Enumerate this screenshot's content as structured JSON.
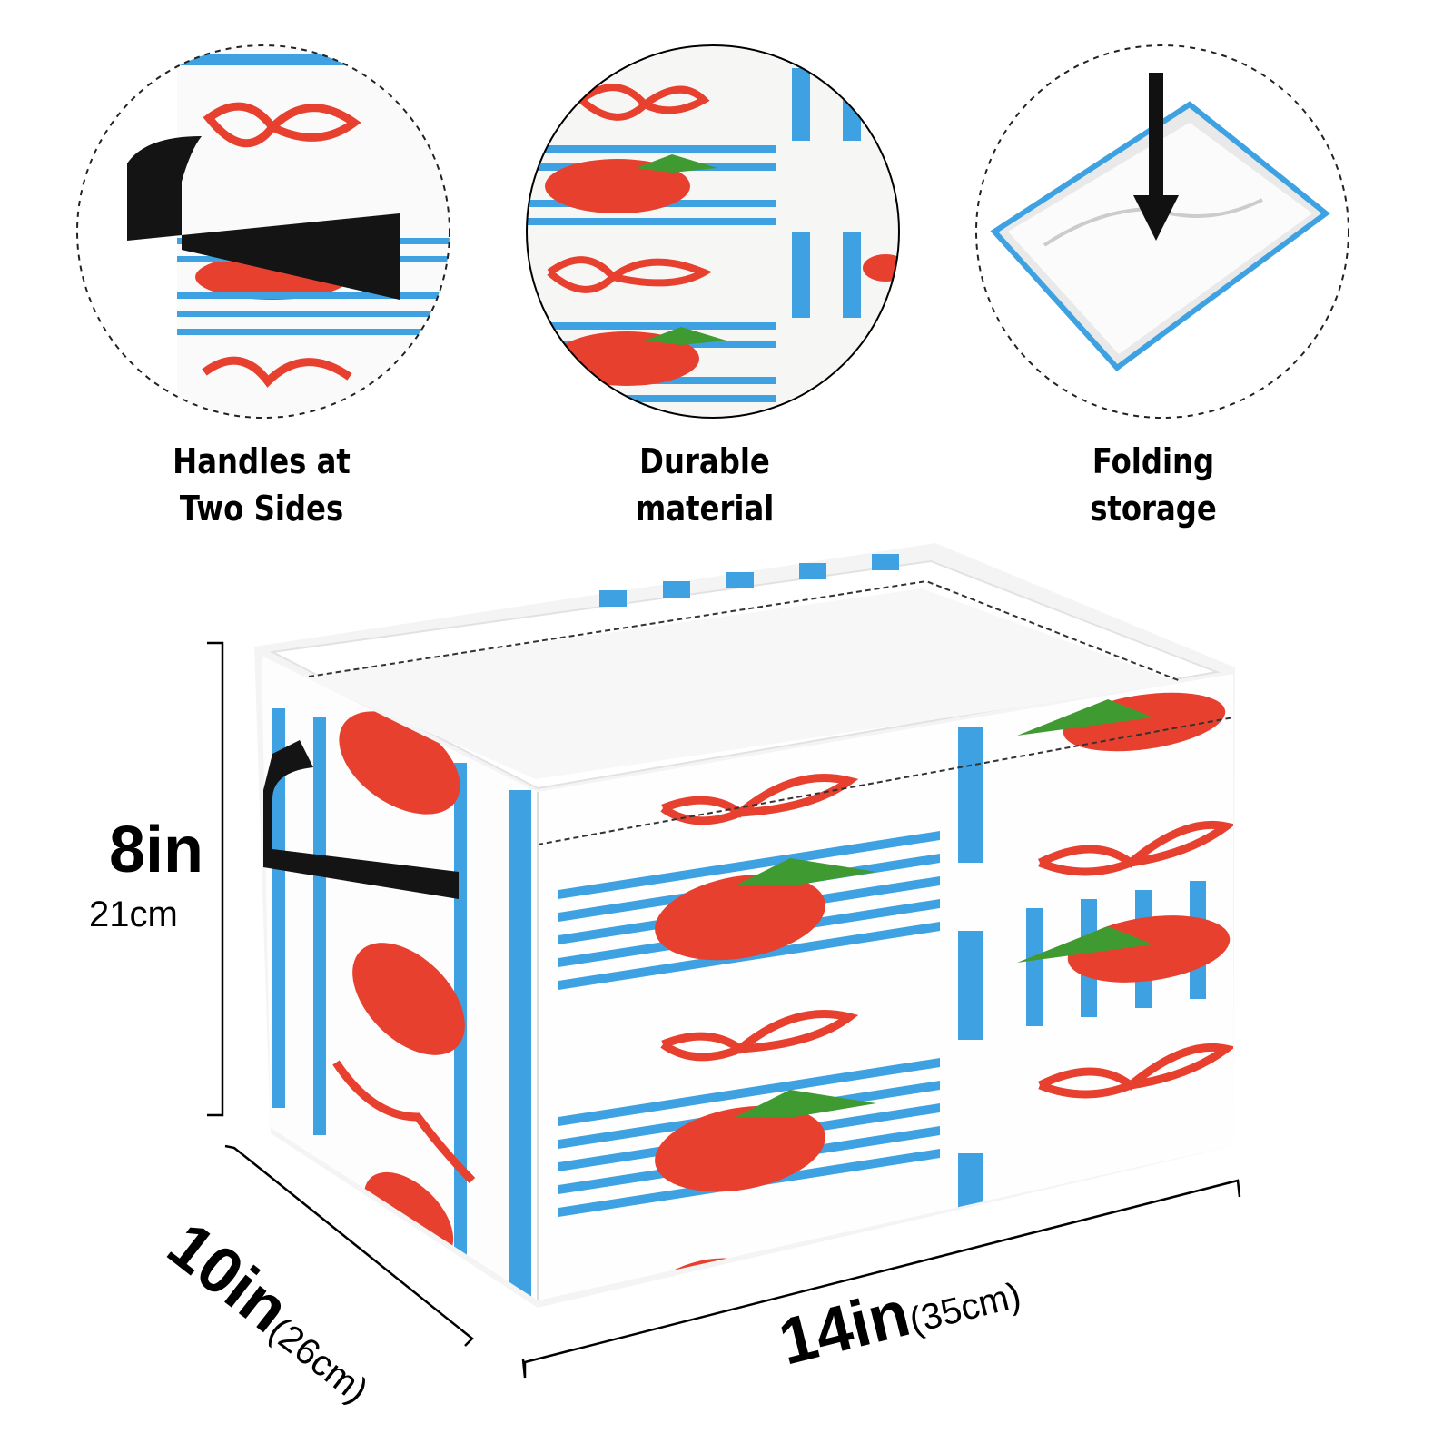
{
  "features": [
    {
      "line1": "Handles at",
      "line2": "Two Sides",
      "icon": "handle-closeup"
    },
    {
      "line1": "Durable",
      "line2": "material",
      "icon": "fabric-closeup"
    },
    {
      "line1": "Folding",
      "line2": "storage",
      "icon": "folding-arrow"
    }
  ],
  "dimensions": {
    "height_in": "8in",
    "height_cm": "21cm",
    "depth_in": "10in",
    "depth_cm": "(26cm)",
    "width_in": "14in",
    "width_cm": "(35cm)"
  },
  "colors": {
    "stripe": "#3ea2e2",
    "strawberry": "#e8402f",
    "leaf": "#3f9a32",
    "handle": "#111111"
  }
}
